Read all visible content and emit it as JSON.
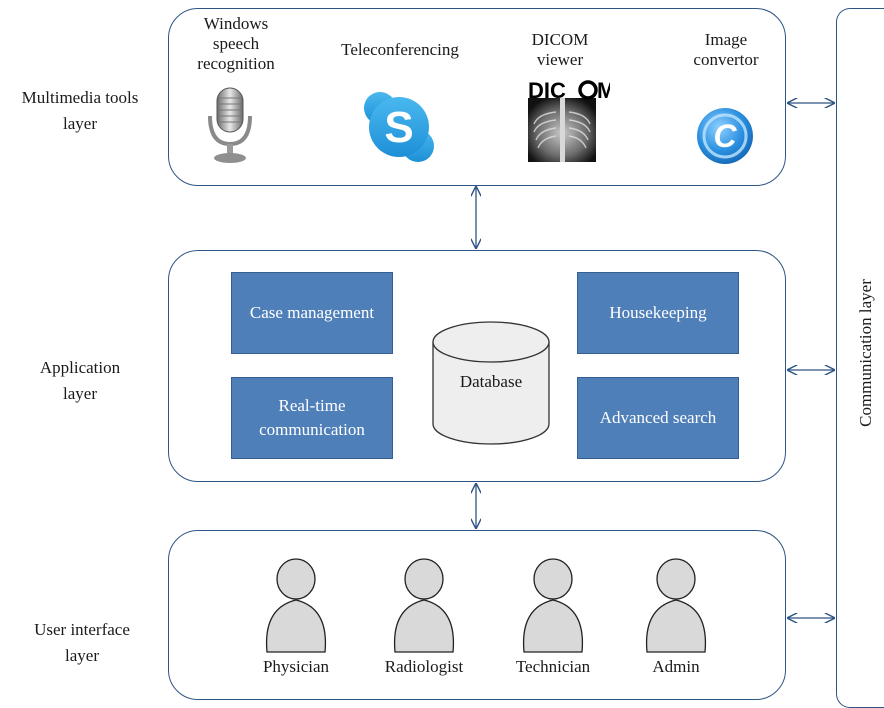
{
  "layers": {
    "multimedia": [
      "Multimedia tools",
      "layer"
    ],
    "application": [
      "Application",
      "layer"
    ],
    "user_interface": [
      "User interface",
      "layer"
    ],
    "communication": "Communication layer"
  },
  "tools": [
    {
      "label": [
        "Windows",
        "speech",
        "recognition"
      ],
      "icon": "microphone-icon"
    },
    {
      "label": [
        "Teleconferencing"
      ],
      "icon": "skype-icon"
    },
    {
      "label": [
        "DICOM",
        "viewer"
      ],
      "icon": "dicom-xray-icon",
      "icon_text": "DIC",
      "icon_text2": "M"
    },
    {
      "label": [
        "Image",
        "convertor"
      ],
      "icon": "image-convertor-icon",
      "icon_text": "C"
    }
  ],
  "modules": {
    "case_management": [
      "Case management"
    ],
    "housekeeping": [
      "Housekeeping"
    ],
    "realtime": [
      "Real-time",
      "communication"
    ],
    "advanced_search": [
      "Advanced search"
    ],
    "database": "Database"
  },
  "users": [
    "Physician",
    "Radiologist",
    "Technician",
    "Admin"
  ],
  "colors": {
    "border": "#2f5584",
    "module_fill": "#4f7fb8",
    "module_text": "#ffffff",
    "arrow": "#2f5584",
    "user_fill": "#d9d9d9"
  }
}
